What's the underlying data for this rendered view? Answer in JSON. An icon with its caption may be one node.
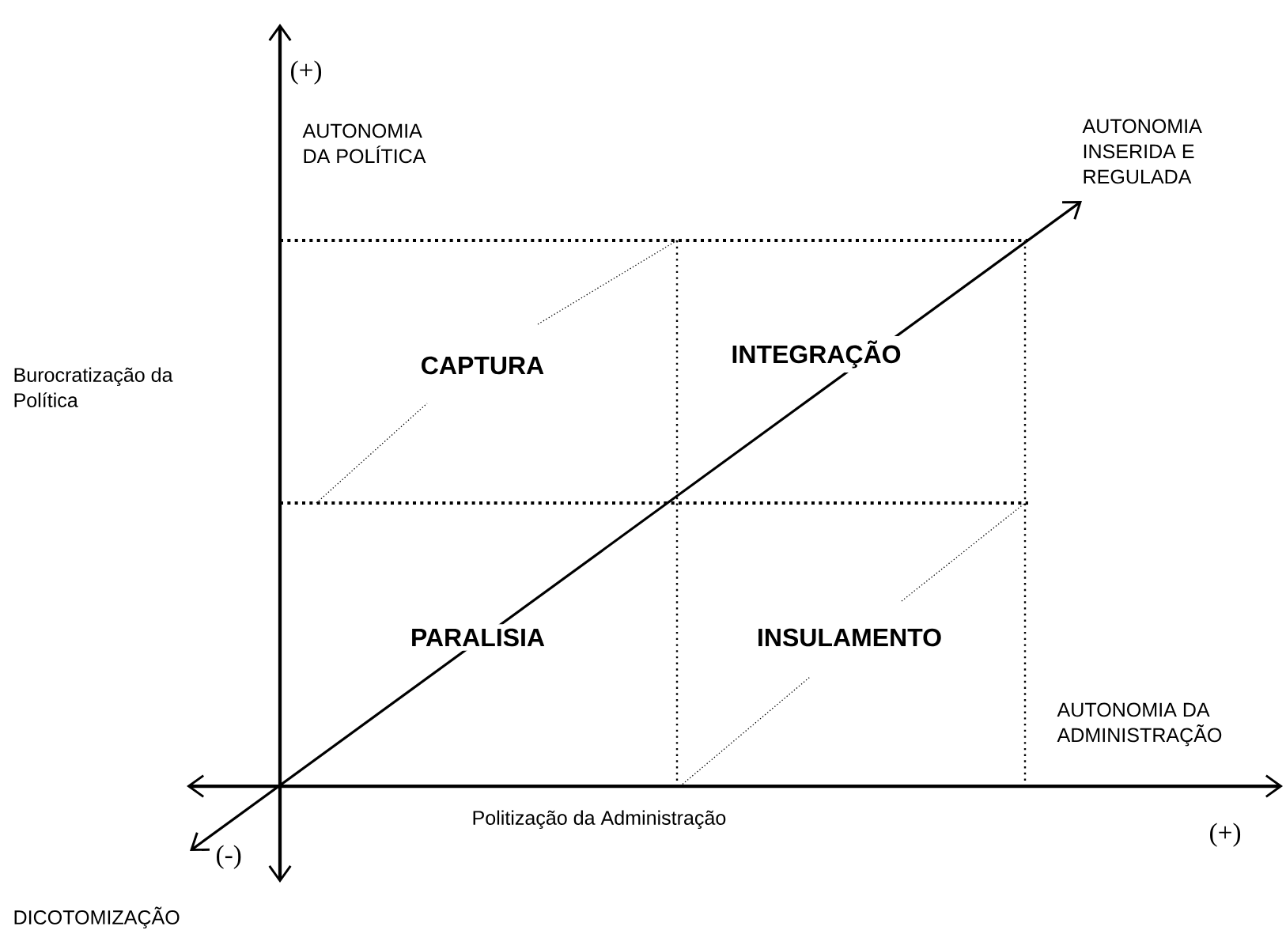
{
  "diagram": {
    "labels": [
      "(+)",
      "AUTONOMIA DA POLÍTICA",
      "AUTONOMIA INSERIDA E REGULADA",
      "Burocratização da Política",
      "CAPTURA",
      "INTEGRAÇÃO",
      "PARALISIA",
      "INSULAMENTO",
      "AUTONOMIA DA ADMINISTRAÇÃO",
      "Politização da Administração",
      "(-)",
      "(+)",
      "DICOTOMIZAÇÃO"
    ]
  }
}
